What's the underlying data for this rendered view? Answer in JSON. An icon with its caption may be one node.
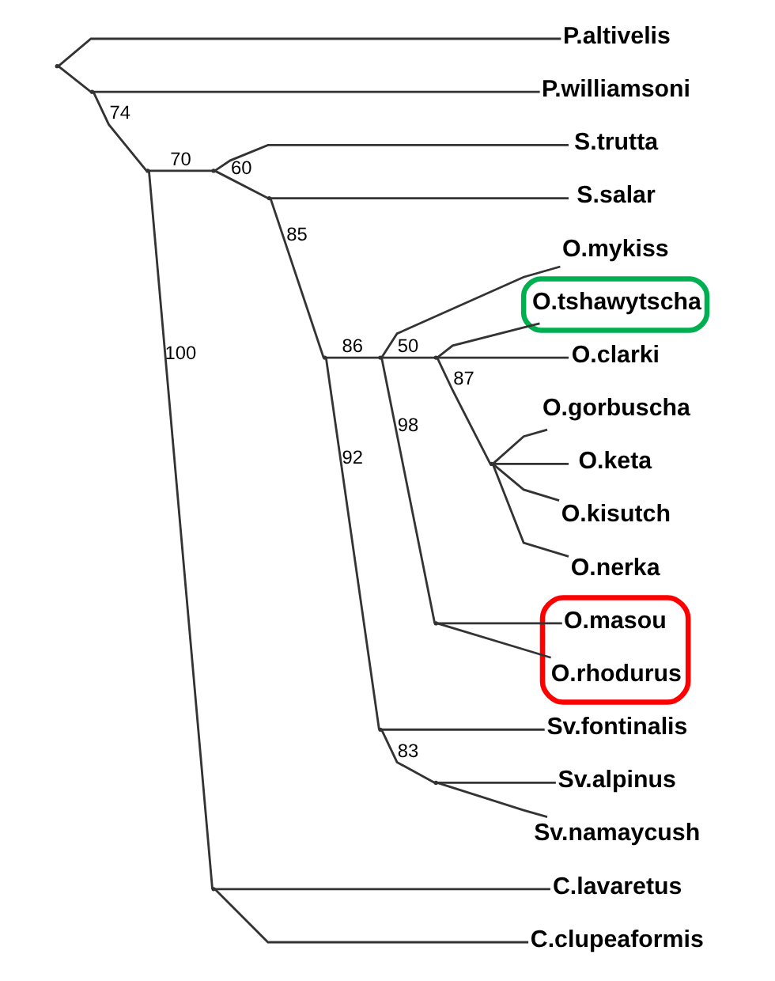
{
  "diagram": {
    "nodes": [
      {
        "text": [
          "O.mykiss"
        ]
      },
      {
        "text": [],
        "shape": "box"
      },
      {
        "text": [
          "O.tshawytscha"
        ],
        "in": 1
      },
      {
        "text": [
          "O.clarki"
        ]
      },
      {
        "text": [
          "O.gorbuscha"
        ]
      },
      {
        "text": [
          "O.keta"
        ]
      },
      {
        "text": [
          "O.kisutch"
        ]
      },
      {
        "text": [
          "O.nerka"
        ]
      },
      {
        "text": [],
        "shape": "box"
      },
      {
        "text": [
          "O.masou"
        ],
        "in": 8
      },
      {
        "text": [
          "O.rhodurus"
        ],
        "in": 8
      },
      {
        "text": [
          "Sv.alpinus"
        ]
      },
      {
        "text": [
          "Sv.namaycush"
        ]
      },
      {
        "text": [
          "Sv.fontinalis"
        ]
      },
      {
        "text": [
          "S.salar"
        ]
      },
      {
        "text": [
          "S.trutta"
        ]
      },
      {
        "text": [
          "C.lavaretus"
        ]
      },
      {
        "text": [
          "C.clupeaformis"
        ]
      },
      {
        "text": [
          "P.williamsoni"
        ]
      },
      {
        "text": [
          "P.altivelis"
        ]
      },
      {
        "text": [],
        "shape": "point"
      },
      {
        "text": [],
        "shape": "point"
      },
      {
        "text": [],
        "shape": "point"
      },
      {
        "text": [],
        "shape": "point"
      },
      {
        "text": [],
        "shape": "point"
      },
      {
        "text": [],
        "shape": "point"
      },
      {
        "text": [],
        "shape": "point"
      },
      {
        "text": [],
        "shape": "point"
      },
      {
        "text": [],
        "shape": "point"
      },
      {
        "text": [],
        "shape": "point"
      },
      {
        "text": [],
        "shape": "point"
      },
      {
        "text": [],
        "shape": "point"
      },
      {
        "text": [],
        "shape": "point"
      }
    ],
    "edges": [
      {
        "from": 20,
        "to": 19,
        "arrow": "none"
      },
      {
        "from": 20,
        "to": 21,
        "arrow": "none"
      },
      {
        "from": 21,
        "to": 18,
        "arrow": "none"
      },
      {
        "from": 21,
        "to": 22,
        "arrow": "none",
        "label": "74"
      },
      {
        "from": 22,
        "to": 32,
        "arrow": "none",
        "label": "100"
      },
      {
        "from": 22,
        "to": 23,
        "arrow": "none",
        "label": "70"
      },
      {
        "from": 23,
        "to": 15,
        "arrow": "none"
      },
      {
        "from": 23,
        "to": 24,
        "arrow": "none",
        "label": "60"
      },
      {
        "from": 24,
        "to": 14,
        "arrow": "none"
      },
      {
        "from": 24,
        "to": 25,
        "arrow": "none",
        "label": "85"
      },
      {
        "from": 25,
        "to": 28,
        "arrow": "none",
        "label": "92"
      },
      {
        "from": 25,
        "to": 26,
        "arrow": "none",
        "label": "86"
      },
      {
        "from": 32,
        "to": 17,
        "arrow": "none"
      },
      {
        "from": 32,
        "to": 16,
        "arrow": "none"
      },
      {
        "from": 28,
        "to": 13,
        "arrow": "none"
      },
      {
        "from": 28,
        "to": 31,
        "arrow": "none",
        "label": "83"
      },
      {
        "from": 31,
        "to": 12,
        "arrow": "none"
      },
      {
        "from": 31,
        "to": 11,
        "arrow": "none"
      },
      {
        "from": 26,
        "to": 30,
        "arrow": "none",
        "label": "98"
      },
      {
        "from": 26,
        "to": 27,
        "arrow": "none",
        "label": "50"
      },
      {
        "from": 26,
        "to": 0,
        "arrow": "none"
      },
      {
        "from": 30,
        "to": 10,
        "arrow": "none"
      },
      {
        "from": 30,
        "to": 9,
        "arrow": "none"
      },
      {
        "from": 27,
        "to": 29,
        "arrow": "none",
        "label": "87"
      },
      {
        "from": 27,
        "to": 3,
        "arrow": "none"
      },
      {
        "from": 27,
        "to": 2,
        "arrow": "none"
      },
      {
        "from": 29,
        "to": 7,
        "arrow": "none"
      },
      {
        "from": 29,
        "to": 6,
        "arrow": "none"
      },
      {
        "from": 29,
        "to": 5,
        "arrow": "none"
      },
      {
        "from": 29,
        "to": 4,
        "arrow": "none"
      }
    ]
  }
}
